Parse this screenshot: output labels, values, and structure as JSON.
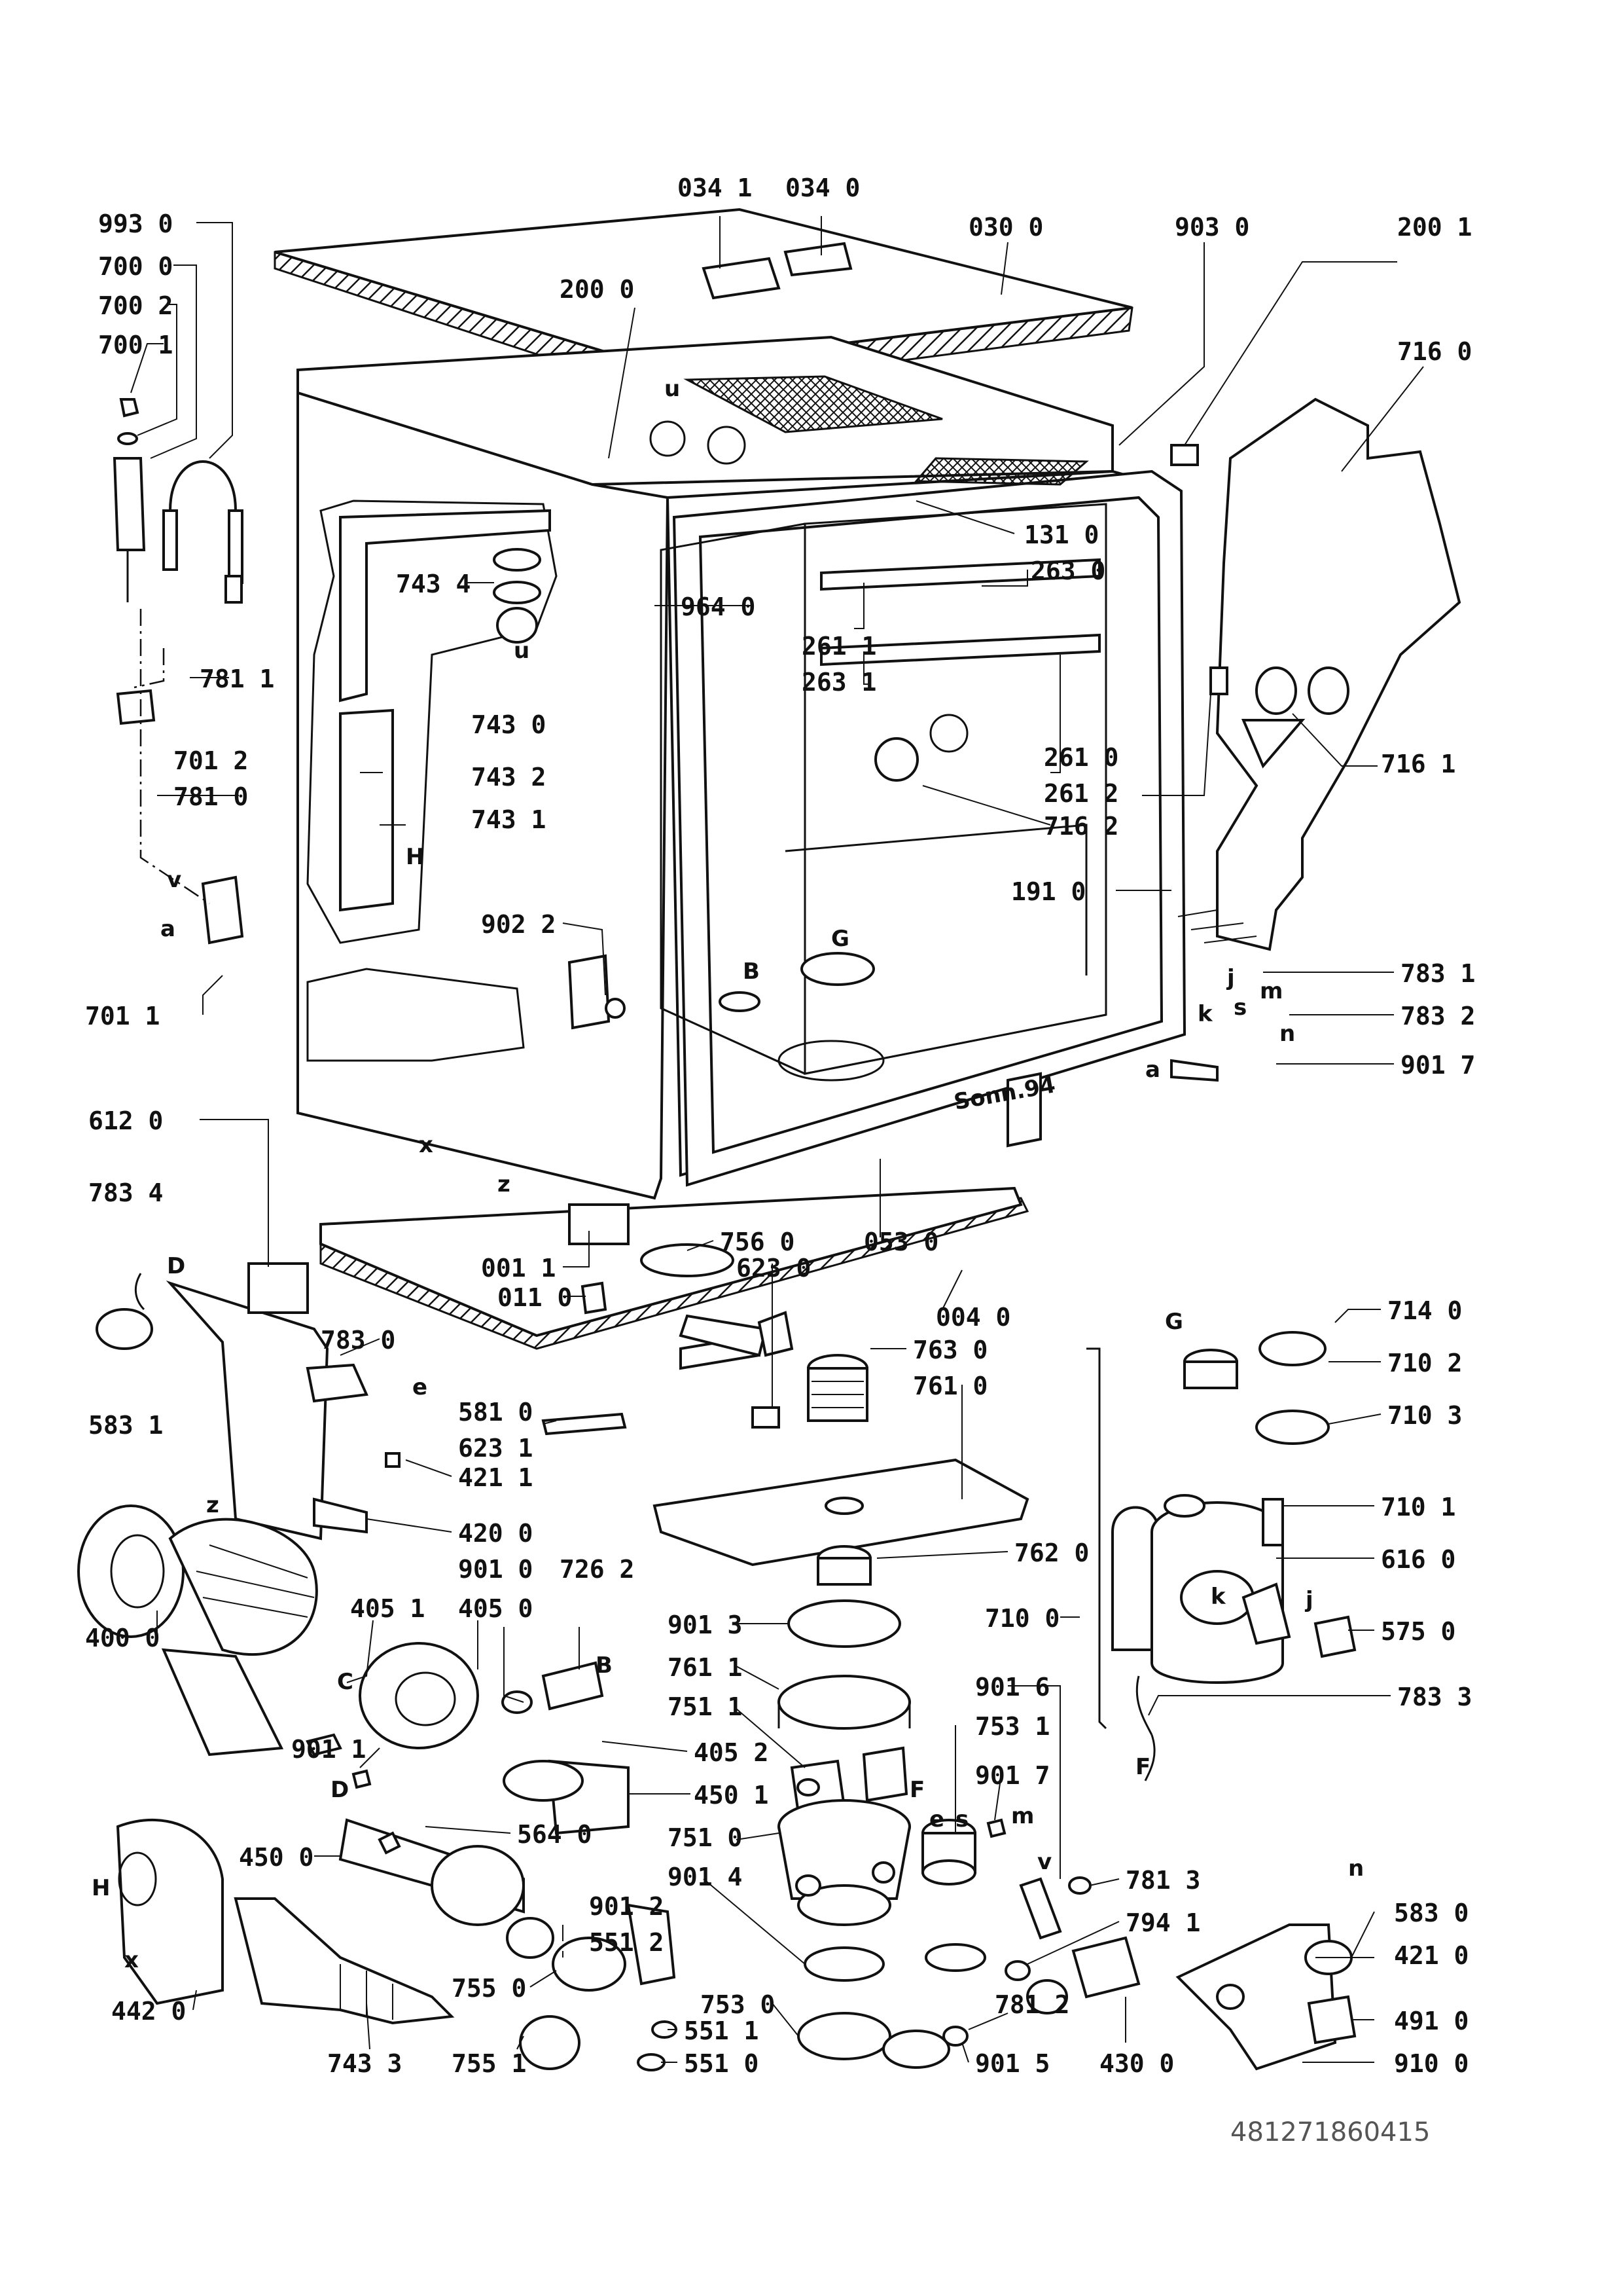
{
  "document_number": "481271860415",
  "stamp": "Sonn.94",
  "part_labels": [
    {
      "id": "993-0",
      "text": "993 0"
    },
    {
      "id": "700-0",
      "text": "700 0"
    },
    {
      "id": "700-2",
      "text": "700 2"
    },
    {
      "id": "700-1",
      "text": "700 1"
    },
    {
      "id": "034-1",
      "text": "034 1"
    },
    {
      "id": "034-0",
      "text": "034 0"
    },
    {
      "id": "030-0",
      "text": "030 0"
    },
    {
      "id": "903-0",
      "text": "903 0"
    },
    {
      "id": "200-1",
      "text": "200 1"
    },
    {
      "id": "200-0",
      "text": "200 0"
    },
    {
      "id": "716-0",
      "text": "716 0"
    },
    {
      "id": "743-4",
      "text": "743 4"
    },
    {
      "id": "131-0",
      "text": "131 0"
    },
    {
      "id": "263-0",
      "text": "263 0"
    },
    {
      "id": "964-0",
      "text": "964 0"
    },
    {
      "id": "781-1",
      "text": "781 1"
    },
    {
      "id": "743-0",
      "text": "743 0"
    },
    {
      "id": "261-1",
      "text": "261 1"
    },
    {
      "id": "263-1",
      "text": "263 1"
    },
    {
      "id": "701-2",
      "text": "701 2"
    },
    {
      "id": "743-2",
      "text": "743 2"
    },
    {
      "id": "261-0",
      "text": "261 0"
    },
    {
      "id": "716-1",
      "text": "716 1"
    },
    {
      "id": "781-0",
      "text": "781 0"
    },
    {
      "id": "743-1",
      "text": "743 1"
    },
    {
      "id": "261-2",
      "text": "261 2"
    },
    {
      "id": "716-2",
      "text": "716 2"
    },
    {
      "id": "191-0",
      "text": "191 0"
    },
    {
      "id": "902-2",
      "text": "902 2"
    },
    {
      "id": "783-1",
      "text": "783 1"
    },
    {
      "id": "701-1",
      "text": "701 1"
    },
    {
      "id": "783-2",
      "text": "783 2"
    },
    {
      "id": "901-7a",
      "text": "901 7"
    },
    {
      "id": "612-0",
      "text": "612 0"
    },
    {
      "id": "783-4",
      "text": "783 4"
    },
    {
      "id": "756-0",
      "text": "756 0"
    },
    {
      "id": "053-0",
      "text": "053 0"
    },
    {
      "id": "001-1",
      "text": "001 1"
    },
    {
      "id": "623-0",
      "text": "623 0"
    },
    {
      "id": "011-0",
      "text": "011 0"
    },
    {
      "id": "004-0",
      "text": "004 0"
    },
    {
      "id": "714-0",
      "text": "714 0"
    },
    {
      "id": "783-0",
      "text": "783 0"
    },
    {
      "id": "763-0",
      "text": "763 0"
    },
    {
      "id": "710-2",
      "text": "710 2"
    },
    {
      "id": "583-1",
      "text": "583 1"
    },
    {
      "id": "581-0",
      "text": "581 0"
    },
    {
      "id": "761-0",
      "text": "761 0"
    },
    {
      "id": "623-1",
      "text": "623 1"
    },
    {
      "id": "710-3",
      "text": "710 3"
    },
    {
      "id": "421-1",
      "text": "421 1"
    },
    {
      "id": "420-0",
      "text": "420 0"
    },
    {
      "id": "710-1",
      "text": "710 1"
    },
    {
      "id": "762-0",
      "text": "762 0"
    },
    {
      "id": "616-0",
      "text": "616 0"
    },
    {
      "id": "901-0",
      "text": "901 0"
    },
    {
      "id": "726-2",
      "text": "726 2"
    },
    {
      "id": "405-1",
      "text": "405 1"
    },
    {
      "id": "405-0",
      "text": "405 0"
    },
    {
      "id": "901-3",
      "text": "901 3"
    },
    {
      "id": "710-0",
      "text": "710 0"
    },
    {
      "id": "575-0",
      "text": "575 0"
    },
    {
      "id": "400-0",
      "text": "400 0"
    },
    {
      "id": "761-1",
      "text": "761 1"
    },
    {
      "id": "783-3",
      "text": "783 3"
    },
    {
      "id": "901-6",
      "text": "901 6"
    },
    {
      "id": "751-1",
      "text": "751 1"
    },
    {
      "id": "753-1",
      "text": "753 1"
    },
    {
      "id": "901-1",
      "text": "901 1"
    },
    {
      "id": "405-2",
      "text": "405 2"
    },
    {
      "id": "901-7b",
      "text": "901 7"
    },
    {
      "id": "450-1",
      "text": "450 1"
    },
    {
      "id": "564-0",
      "text": "564 0"
    },
    {
      "id": "751-0",
      "text": "751 0"
    },
    {
      "id": "450-0",
      "text": "450 0"
    },
    {
      "id": "781-3",
      "text": "781 3"
    },
    {
      "id": "583-0",
      "text": "583 0"
    },
    {
      "id": "901-4",
      "text": "901 4"
    },
    {
      "id": "794-1",
      "text": "794 1"
    },
    {
      "id": "901-2",
      "text": "901 2"
    },
    {
      "id": "551-2",
      "text": "551 2"
    },
    {
      "id": "421-0",
      "text": "421 0"
    },
    {
      "id": "442-0",
      "text": "442 0"
    },
    {
      "id": "755-0",
      "text": "755 0"
    },
    {
      "id": "753-0",
      "text": "753 0"
    },
    {
      "id": "551-1",
      "text": "551 1"
    },
    {
      "id": "491-0",
      "text": "491 0"
    },
    {
      "id": "781-2",
      "text": "781 2"
    },
    {
      "id": "743-3",
      "text": "743 3"
    },
    {
      "id": "755-1",
      "text": "755 1"
    },
    {
      "id": "551-0",
      "text": "551 0"
    },
    {
      "id": "901-5",
      "text": "901 5"
    },
    {
      "id": "430-0",
      "text": "430 0"
    },
    {
      "id": "910-0",
      "text": "910 0"
    }
  ],
  "connector_letters": [
    {
      "id": "u1",
      "text": "u"
    },
    {
      "id": "u2",
      "text": "u"
    },
    {
      "id": "v1",
      "text": "v"
    },
    {
      "id": "a1",
      "text": "a"
    },
    {
      "id": "H1",
      "text": "H"
    },
    {
      "id": "G1",
      "text": "G"
    },
    {
      "id": "B1",
      "text": "B"
    },
    {
      "id": "j1",
      "text": "j"
    },
    {
      "id": "s1",
      "text": "s"
    },
    {
      "id": "m1",
      "text": "m"
    },
    {
      "id": "k1",
      "text": "k"
    },
    {
      "id": "n1",
      "text": "n"
    },
    {
      "id": "a2",
      "text": "a"
    },
    {
      "id": "x1",
      "text": "x"
    },
    {
      "id": "z1",
      "text": "z"
    },
    {
      "id": "D1",
      "text": "D"
    },
    {
      "id": "e1",
      "text": "e"
    },
    {
      "id": "z2",
      "text": "z"
    },
    {
      "id": "G2",
      "text": "G"
    },
    {
      "id": "k2",
      "text": "k"
    },
    {
      "id": "j2",
      "text": "j"
    },
    {
      "id": "C1",
      "text": "C"
    },
    {
      "id": "B2",
      "text": "B"
    },
    {
      "id": "F1",
      "text": "F"
    },
    {
      "id": "D2",
      "text": "D"
    },
    {
      "id": "F2",
      "text": "F"
    },
    {
      "id": "e2",
      "text": "e"
    },
    {
      "id": "s2",
      "text": "s"
    },
    {
      "id": "m2",
      "text": "m"
    },
    {
      "id": "v2",
      "text": "v"
    },
    {
      "id": "n2",
      "text": "n"
    },
    {
      "id": "H2",
      "text": "H"
    },
    {
      "id": "x2",
      "text": "x"
    }
  ]
}
